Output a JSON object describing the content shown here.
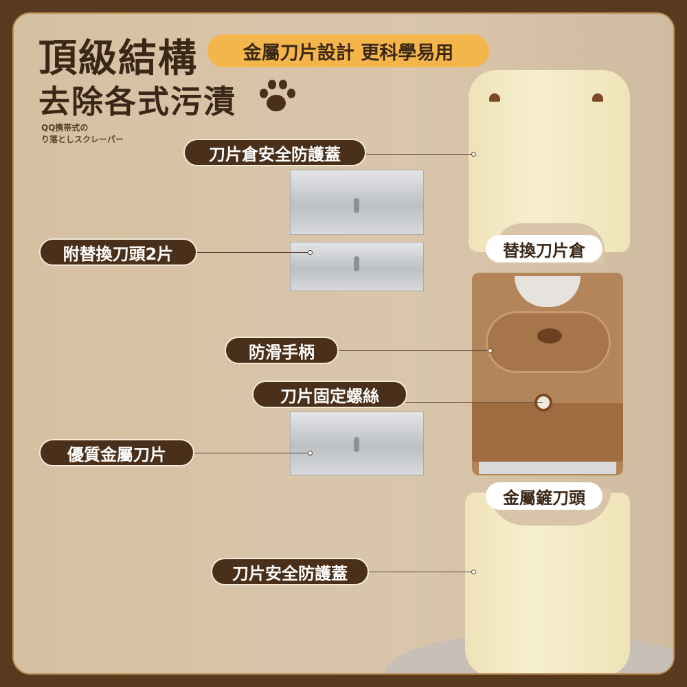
{
  "header": {
    "title": "頂級結構",
    "subtitle": "去除各式污漬",
    "tagline": "金屬刀片設計 更科學易用",
    "jp_line1": "QQ携帯式の",
    "jp_line2": "り落としスクレーパー"
  },
  "labels": {
    "cover_top": "刀片倉安全防護蓋",
    "spare_blades": "附替換刀頭2片",
    "blade_chamber": "替換刀片倉",
    "grip": "防滑手柄",
    "screw": "刀片固定螺絲",
    "metal_blade": "優質金屬刀片",
    "shovel_head": "金屬鏟刀頭",
    "cover_bottom": "刀片安全防護蓋"
  },
  "colors": {
    "frame": "#5a3a1f",
    "accent": "#f4b64a",
    "label_bg": "#4a2f1a",
    "handle": "#b4855a",
    "cap": "#f4ecc6"
  }
}
